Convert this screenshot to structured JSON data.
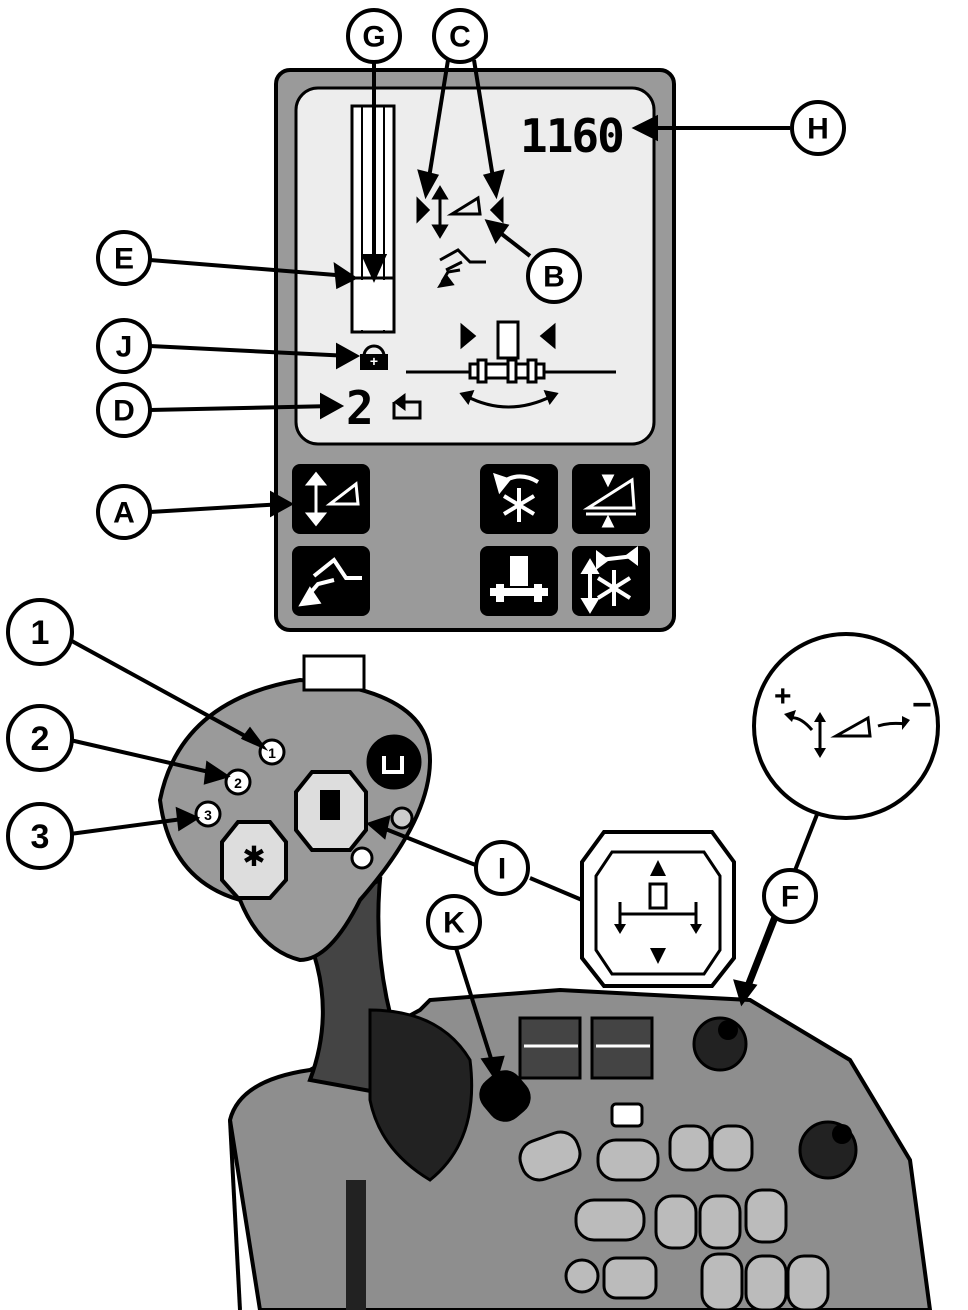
{
  "display": {
    "rpm_readout": "1160",
    "gear_number": "2"
  },
  "callouts": {
    "A": "A",
    "B": "B",
    "C": "C",
    "D": "D",
    "E": "E",
    "F": "F",
    "G": "G",
    "H": "H",
    "I": "I",
    "J": "J",
    "K": "K",
    "n1": "1",
    "n2": "2",
    "n3": "3"
  },
  "joystick_buttons": {
    "b1": "1",
    "b2": "2",
    "b3": "3"
  },
  "inset_f": {
    "plus": "+",
    "minus": "−"
  },
  "colors": {
    "panel_gray": "#9a9a9a",
    "screen_light": "#ededed",
    "key_black": "#000000",
    "body_gray": "#8e8e8e"
  },
  "icons": [
    "raise-lower-depth-icon",
    "hitch-icon",
    "pto-speed-icon",
    "depth-control-icon",
    "implement-level-icon",
    "pto-adjust-icon",
    "lock-icon",
    "return-arrow-icon"
  ]
}
